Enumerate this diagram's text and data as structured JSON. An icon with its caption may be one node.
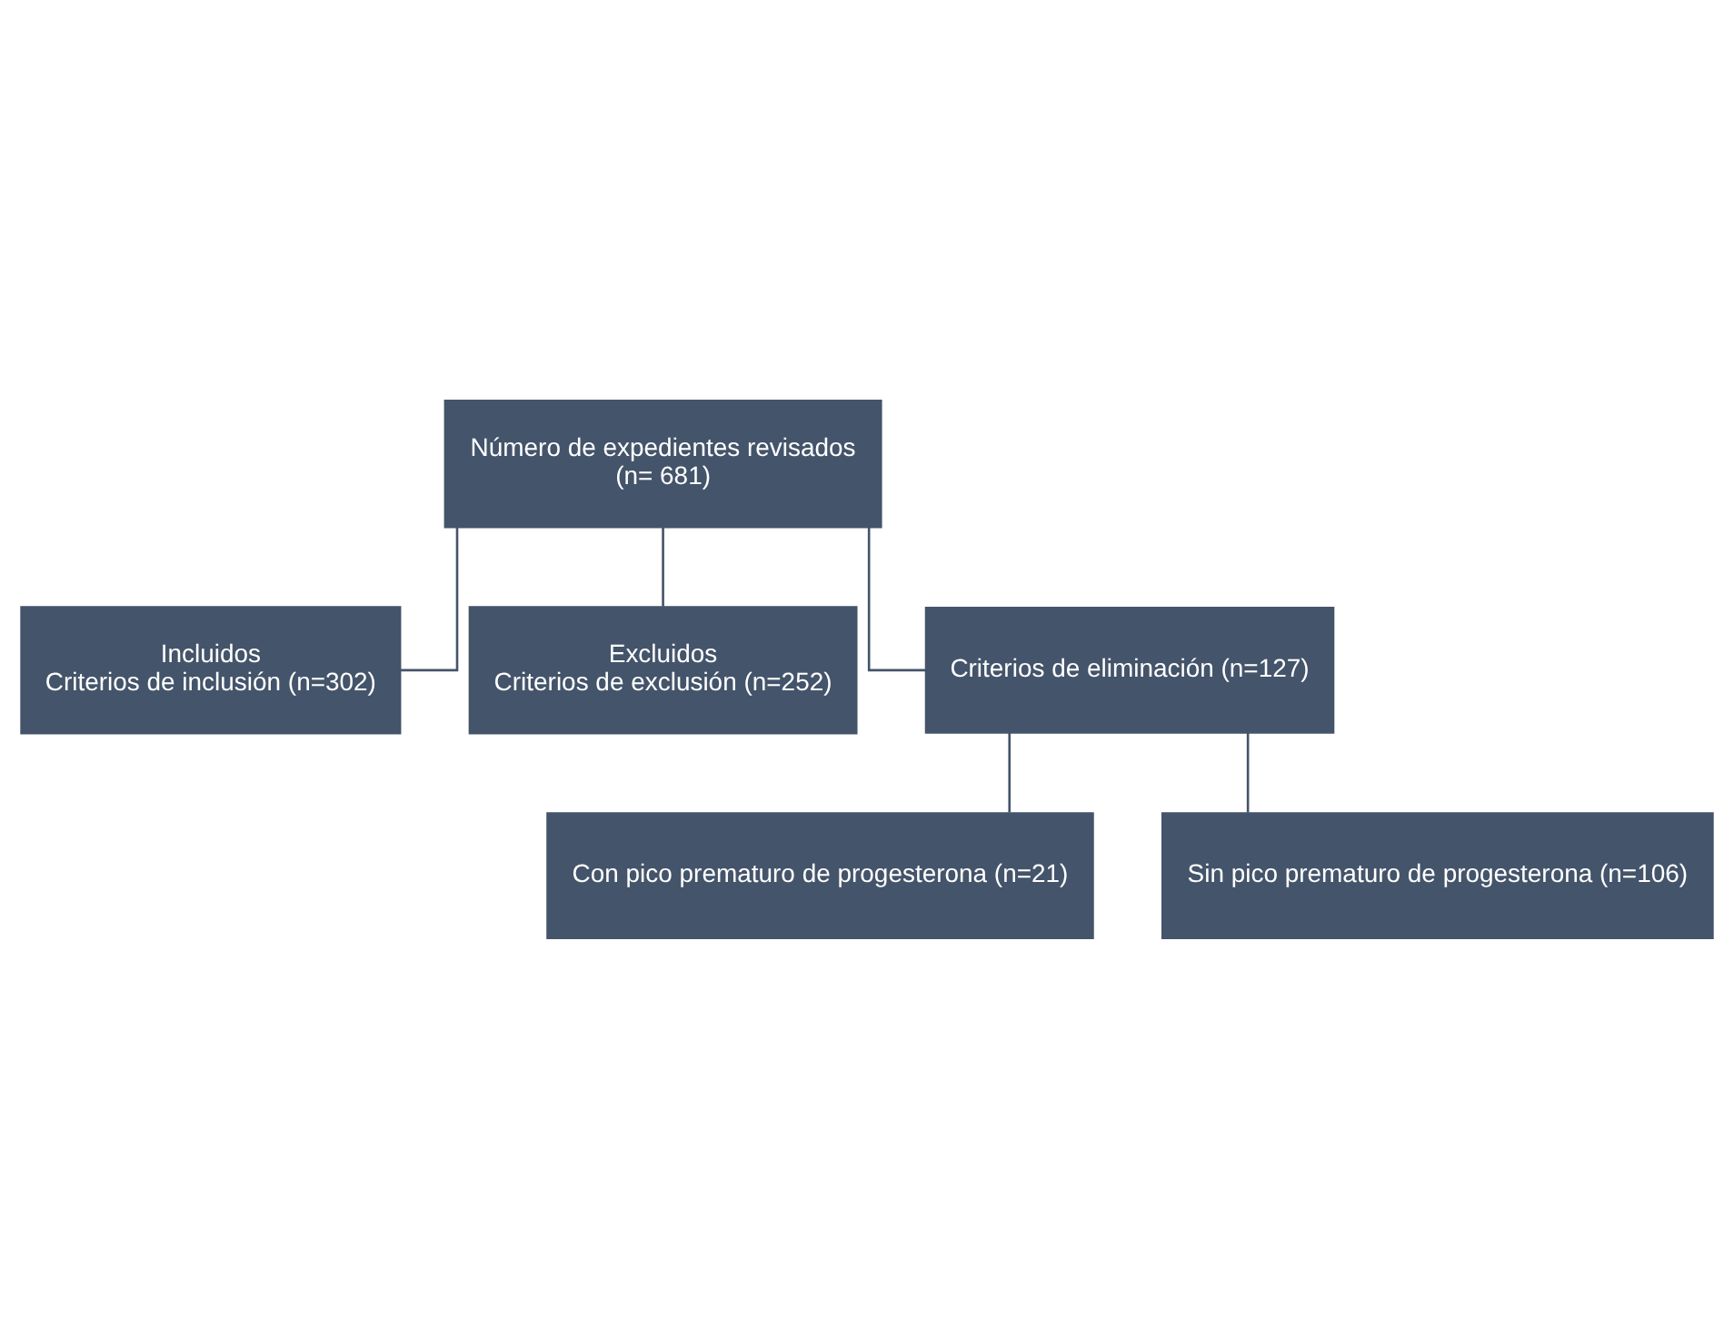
{
  "diagram": {
    "nodes": [
      {
        "text": [
          "Número de expedientes revisados",
          "(n= 681)"
        ]
      },
      {
        "text": [
          "Incluidos",
          "Criterios de inclusión (n=302)"
        ]
      },
      {
        "text": [
          "Excluidos",
          "Criterios de exclusión (n=252)"
        ]
      },
      {
        "text": [
          "Criterios de eliminación (n=127)"
        ]
      },
      {
        "text": [
          "Con pico prematuro de progesterona (n=21)"
        ]
      },
      {
        "text": [
          "Sin pico prematuro de progesterona (n=106)"
        ]
      }
    ],
    "edges": [
      {
        "from": 0,
        "to": 1,
        "arrow": "none"
      },
      {
        "from": 0,
        "to": 2,
        "arrow": "none"
      },
      {
        "from": 0,
        "to": 3,
        "arrow": "none"
      },
      {
        "from": 3,
        "to": 4,
        "arrow": "none"
      },
      {
        "from": 3,
        "to": 5,
        "arrow": "none"
      }
    ]
  }
}
